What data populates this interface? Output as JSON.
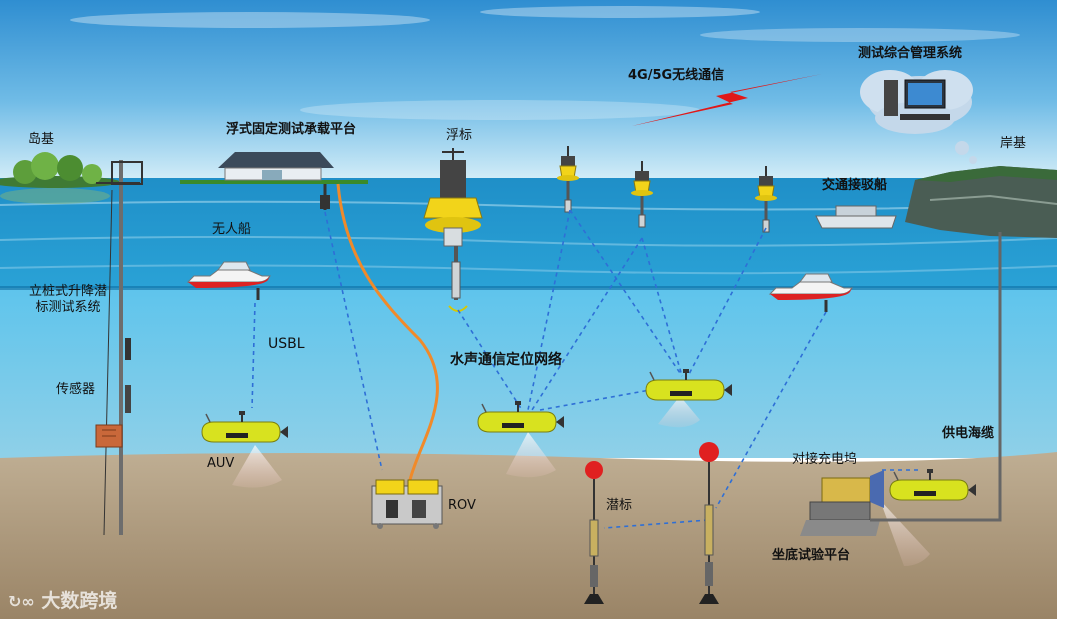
{
  "labels": {
    "island_base": "岛基",
    "floating_platform": "浮式固定测试承载平台",
    "buoy": "浮标",
    "wireless": "4G/5G无线通信",
    "management_system": "测试综合管理系统",
    "shore_base": "岸基",
    "ferry": "交通接驳船",
    "unmanned_boat": "无人船",
    "pile_lift_system": "立桩式升降潜标测试系统",
    "usbl": "USBL",
    "sensor": "传感器",
    "acoustic_network": "水声通信定位网络",
    "auv": "AUV",
    "rov": "ROV",
    "subsurface_buoy": "潜标",
    "docking_station": "对接充电坞",
    "power_cable": "供电海缆",
    "seabed_platform": "坐底试验平台"
  },
  "watermark": "大数跨境",
  "colors": {
    "sky_top": "#2f8ed1",
    "sky_bottom": "#cfeaf7",
    "sea_surface": "#2a9fd0",
    "sea_deep": "#4cb6e0",
    "seabed": "#a89378",
    "link_dashed": "#2e6fd6",
    "tether": "#f08a2a",
    "vehicle_yellow": "#d8e21f",
    "lightning_red": "#e01818",
    "cable_gray": "#666666"
  }
}
